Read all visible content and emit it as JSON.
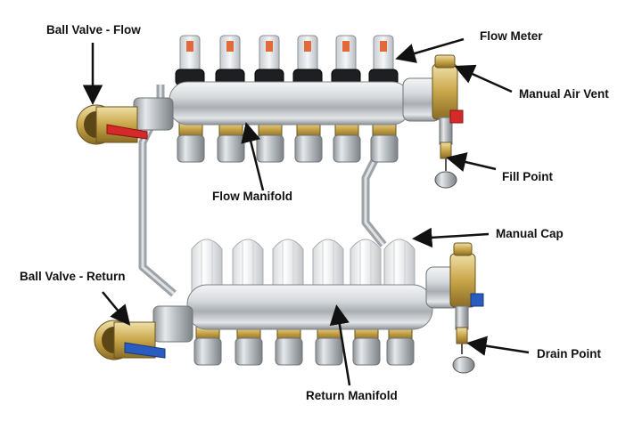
{
  "labels": {
    "ball_valve_flow": "Ball Valve - Flow",
    "flow_meter": "Flow Meter",
    "manual_air_vent": "Manual Air Vent",
    "fill_point": "Fill Point",
    "flow_manifold": "Flow Manifold",
    "manual_cap": "Manual Cap",
    "ball_valve_return": "Ball Valve - Return",
    "drain_point": "Drain Point",
    "return_manifold": "Return Manifold"
  },
  "icons": {
    "flow_meter": "flow-meter-icon",
    "manual_cap": "manual-cap-icon",
    "lever_flow": "red-lever-icon",
    "lever_return": "blue-lever-icon"
  },
  "colors": {
    "flow_lever": "#d42a2a",
    "return_lever": "#2a5bbf",
    "brass": "#c9a64a",
    "chrome": "#c8ccd0",
    "arrow": "#111111"
  }
}
